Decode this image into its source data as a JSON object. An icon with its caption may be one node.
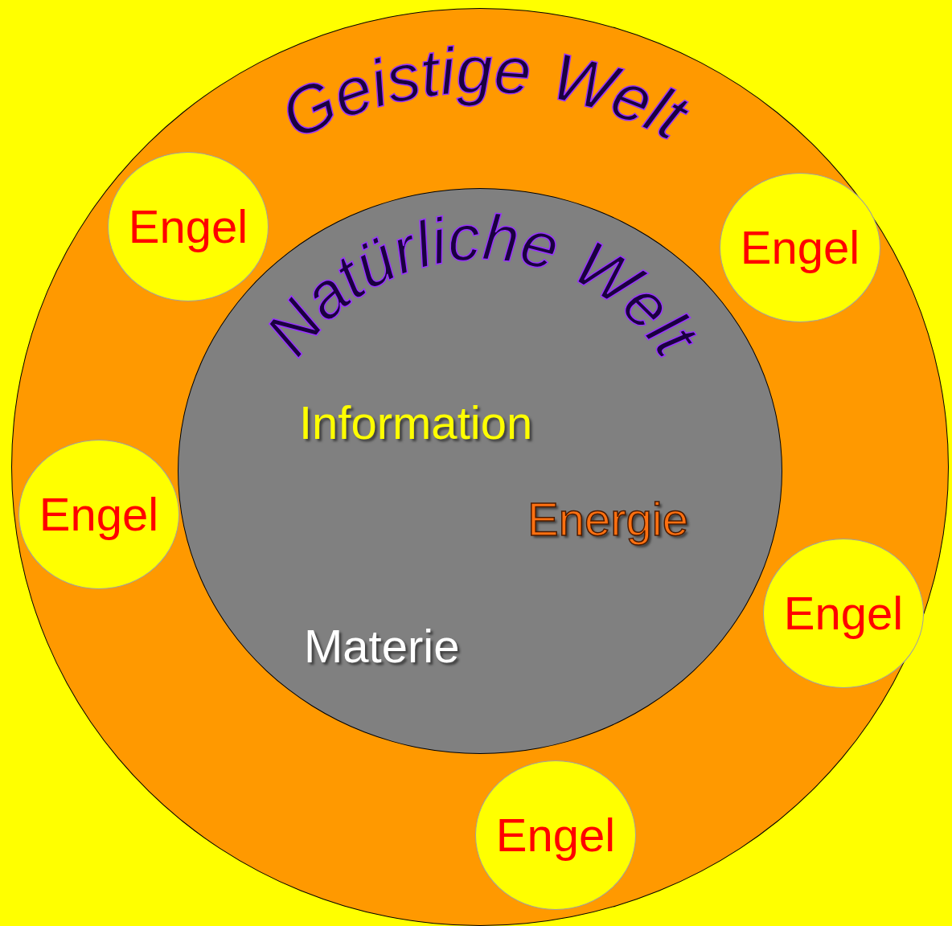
{
  "diagram": {
    "nodes": [
      {
        "text": [
          "Geistige Welt"
        ]
      },
      {
        "text": [
          "Natürliche Welt",
          "Information",
          "Energie",
          "Materie"
        ],
        "in": 0
      },
      {
        "text": [
          "Engel"
        ],
        "in": 0
      },
      {
        "text": [
          "Engel"
        ],
        "in": 0
      },
      {
        "text": [
          "Engel"
        ],
        "in": 0
      },
      {
        "text": [
          "Engel"
        ],
        "in": 0
      },
      {
        "text": [
          "Engel"
        ],
        "in": 0
      }
    ]
  }
}
